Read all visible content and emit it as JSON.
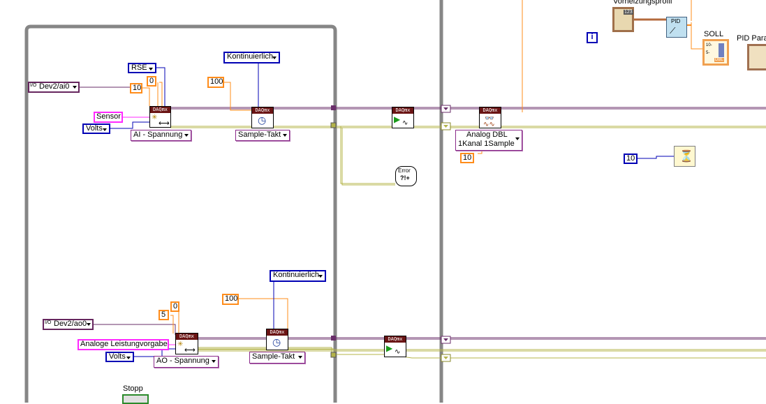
{
  "diagram": {
    "top_section": {
      "channel_ref": "Dev2/ai0",
      "terminal_config": "RSE",
      "min_value": "0",
      "max_value": "10",
      "name_label": "Sensor",
      "units": "Volts",
      "create_channel_mode": "AI - Spannung",
      "sample_mode": "Kontinuierlich",
      "rate": "100",
      "timing_mode": "Sample-Takt",
      "read_mode_line1": "Analog DBL",
      "read_mode_line2": "1Kanal 1Sample",
      "read_timeout": "10"
    },
    "bottom_section": {
      "channel_ref": "Dev2/ao0",
      "min_value": "0",
      "max_value": "5",
      "name_label": "Analoge Leistungvorgabe",
      "units": "Volts",
      "create_channel_mode": "AO - Spannung",
      "sample_mode": "Kontinuierlich",
      "rate": "100",
      "timing_mode": "Sample-Takt"
    },
    "loop": {
      "wait_ms": "10",
      "iteration_terminal": "i",
      "stop_label": "Stopp"
    },
    "labels": {
      "profile_label": "Vorheizungsprofil",
      "pid_label": "PID",
      "setpoint_label": "SOLL",
      "pid_params_label": "PID Para",
      "daqmx_header": "DAQmx",
      "error_text": "Error",
      "error_glyph": "?!+",
      "array_index_label": "123",
      "setpoint_gauge_hi": "10-",
      "setpoint_gauge_mid": "5-",
      "setpoint_type": "DBL",
      "polymorphic_icon": "I/O"
    },
    "colors": {
      "frame": "#868686",
      "error_wire": "#b4b44a",
      "task_wire": "#6a2e6a",
      "numeric_orange": "#ff8c1a",
      "enum_blue": "#0000b4",
      "string_magenta": "#ff28ff",
      "daqmx_header_bg": "#6a1414"
    }
  }
}
